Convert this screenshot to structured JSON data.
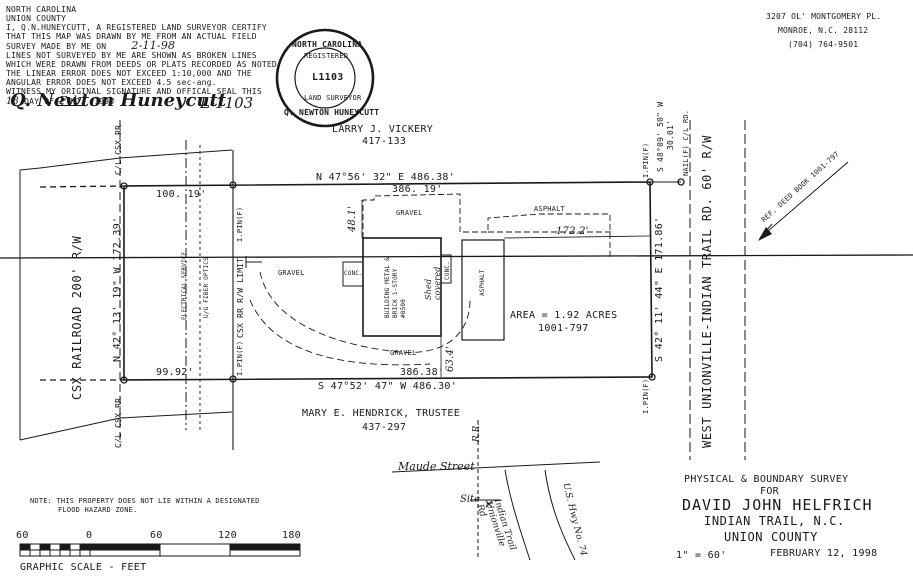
{
  "certificate": {
    "lines": [
      "NORTH CAROLINA",
      "UNION COUNTY",
      "I, Q.N.HUNEYCUTT, A REGISTERED LAND SURVEYOR CERTIFY",
      "THAT THIS MAP WAS DRAWN BY ME FROM AN ACTUAL FIELD",
      "SURVEY MADE BY ME ON",
      "LINES NOT SURVEYED BY ME ARE SHOWN AS BROKEN LINES",
      "WHICH WERE DRAWN FROM DEEDS OR PLATS RECORDED AS NOTED",
      "THE LINEAR ERROR DOES NOT EXCEED 1:10,000 AND THE",
      "ANGULAR ERROR DOES NOT EXCEED 4.5 sec-ang.",
      "WITNESS MY ORIGINAL SIGNATURE AND OFFICAL SEAL THIS",
      "DAY OF"
    ],
    "survey_date": "2-11-98",
    "day": "13",
    "month": "Feb.",
    "year": "199",
    "year_suffix": "8",
    "signature": "Q. Newton Huneycutt",
    "license": "L-1103"
  },
  "seal": {
    "top": "NORTH CAROLINA",
    "mid": "REGISTERED",
    "number": "L1103",
    "bottom_label": "LAND SURVEYOR",
    "name": "Q. NEWTON HUNEYCUTT"
  },
  "surveyor_address": {
    "line1": "3207 OL' MONTGOMERY PL.",
    "line2": "MONROE, N.C. 28112",
    "phone": "(704) 764-9501"
  },
  "adjoiners": {
    "north_name": "LARRY J. VICKERY",
    "north_deed": "417-133",
    "south_name": "MARY E. HENDRICK, TRUSTEE",
    "south_deed": "437-297"
  },
  "bearings": {
    "north": "N 47°56' 32\" E  486.38'",
    "south": "S 47°52' 47\" W  486.30'",
    "west": "N 42° 13' 19\" W  172.39'",
    "east": "S 42° 11' 44\" E  171.86'",
    "northeast_tie": "S 48°09' 50\" W",
    "northeast_tie_dist": "30.01'"
  },
  "distances": {
    "north_west_seg": "100. 19'",
    "north_east_seg": "386. 19'",
    "south_west_seg": "99.92'",
    "south_east_seg": "386.38'",
    "setback_north": "48.1'",
    "setback_east": "172.2'",
    "setback_south": "63.4'"
  },
  "area": {
    "text": "AREA = 1.92 ACRES",
    "deed": "1001-797"
  },
  "labels": {
    "railroad": "CSX RAILROAD 200' R/W",
    "cl_csx_top": "C/L CSX RR",
    "cl_csx_bottom": "C/L CSX RR",
    "rr_limit": "CSX RR R/W LIMIT",
    "electrical": "ELECTRICAL SERVICE",
    "fiber": "U/G FIBER OPTICS",
    "road": "WEST UNIONVILLE-INDIAN TRAIL RD. 60' R/W",
    "ref_deed": "REF. DEED BOOK 1001-797",
    "gravel_1": "GRAVEL",
    "gravel_2": "GRAVEL",
    "gravel_3": "GRAVEL",
    "asphalt_1": "ASPHALT",
    "asphalt_2": "ASPHALT",
    "conc": "CONC.",
    "building": "BUILDING METAL & BRICK 1-STORY #8500",
    "shed": "Shed covered",
    "conc_small": "CONC.",
    "ipf_nw": "I.PIN(F)",
    "ipf_sw": "I.PIN(F)",
    "ipf_ne": "I.PIN(F)",
    "ipf_se": "I.PIN(F)",
    "nail": "NAIL(F) C/L RD."
  },
  "vicinity": {
    "street": "Maude Street",
    "rr": "R.R.",
    "site": "Site",
    "road1": "Indian Trail Unionville Rd",
    "road2": "U.S. Hwy No. 74"
  },
  "title_block": {
    "line1": "PHYSICAL & BOUNDARY SURVEY",
    "line2": "FOR",
    "client": "DAVID JOHN HELFRICH",
    "town": "INDIAN TRAIL, N.C.",
    "county": "UNION COUNTY",
    "scale": "1\" = 60'",
    "date": "FEBRUARY 12, 1998"
  },
  "note": {
    "line1": "NOTE: THIS PROPERTY DOES NOT LIE WITHIN A DESIGNATED",
    "line2": "FLOOD HAZARD ZONE."
  },
  "graphic_scale": {
    "ticks": [
      "60",
      "0",
      "60",
      "120",
      "180"
    ],
    "caption": "GRAPHIC SCALE - FEET"
  }
}
